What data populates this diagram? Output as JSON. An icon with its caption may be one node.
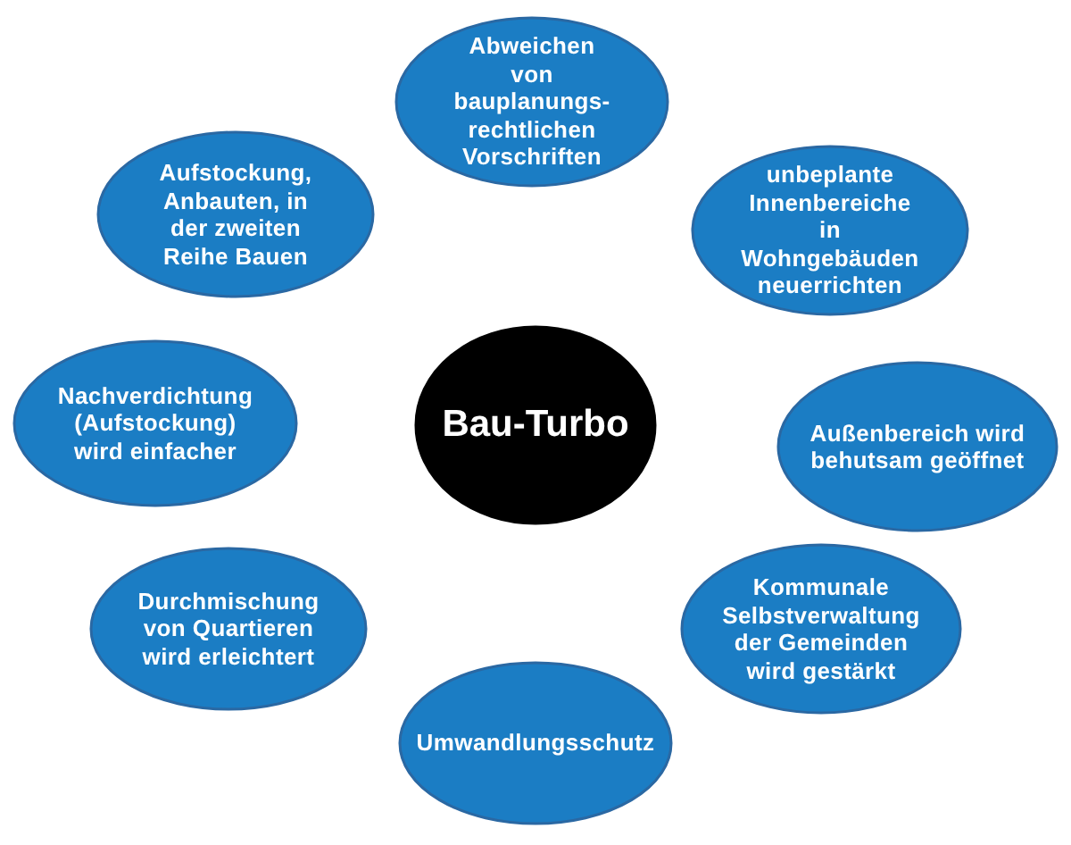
{
  "diagram": {
    "nodes": [
      {
        "text": [
          "Abweichen von bauplanungs-rechtlichen Vorschriften"
        ]
      },
      {
        "text": [
          "Aufstockung, Anbauten, in der zweiten Reihe Bauen"
        ]
      },
      {
        "text": [
          "unbeplante Innenbereiche in Wohngebäuden neuerrichten"
        ]
      },
      {
        "text": [
          "Nachverdichtung (Aufstockung) wird einfacher"
        ]
      },
      {
        "text": [
          "Bau-Turbo"
        ]
      },
      {
        "text": [
          "Außenbereich wird behutsam geöffnet"
        ]
      },
      {
        "text": [
          "Durchmischung von Quartieren wird erleichtert"
        ]
      },
      {
        "text": [
          "Kommunale Selbstverwaltung der Gemeinden wird gestärkt"
        ]
      },
      {
        "text": [
          "Umwandlungsschutz"
        ]
      }
    ]
  }
}
